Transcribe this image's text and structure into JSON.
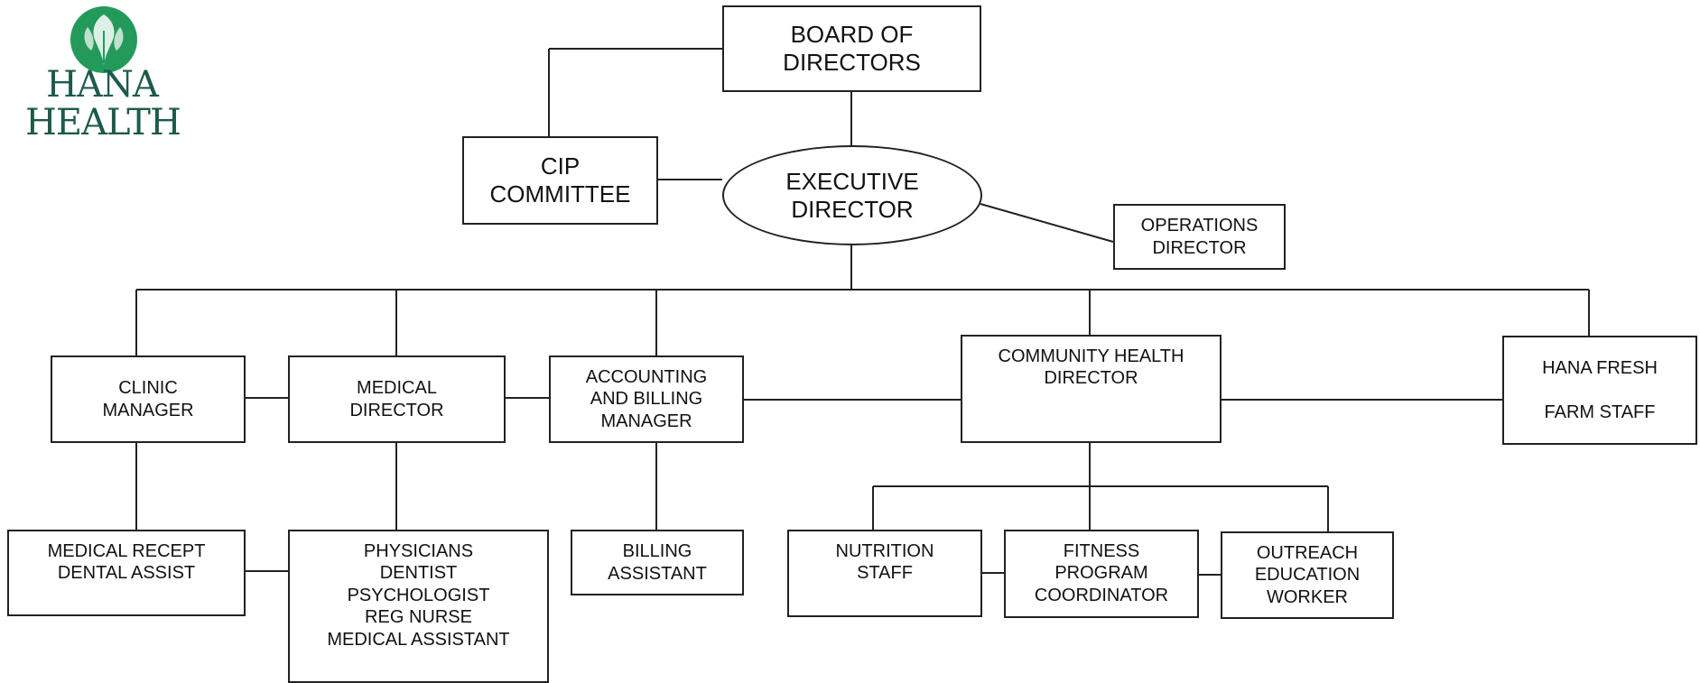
{
  "logo": {
    "line1": "HANA",
    "line2": "HEALTH",
    "color": "#1e5a4c",
    "emblem_color": "#239a5a"
  },
  "nodes": {
    "board": [
      "BOARD OF",
      "DIRECTORS"
    ],
    "cip": [
      "CIP",
      "COMMITTEE"
    ],
    "executive": [
      "EXECUTIVE",
      "DIRECTOR"
    ],
    "operations": [
      "OPERATIONS",
      "DIRECTOR"
    ],
    "clinic": [
      "CLINIC",
      "MANAGER"
    ],
    "medical": [
      "MEDICAL",
      "DIRECTOR"
    ],
    "accounting": [
      "ACCOUNTING",
      "AND BILLING",
      "MANAGER"
    ],
    "community": [
      "COMMUNITY HEALTH",
      "DIRECTOR"
    ],
    "hanafresh": [
      "HANA FRESH",
      "FARM STAFF"
    ],
    "reception": [
      "MEDICAL RECEPT",
      "DENTAL ASSIST"
    ],
    "physicians": [
      "PHYSICIANS",
      "DENTIST",
      "PSYCHOLOGIST",
      "REG NURSE",
      "MEDICAL ASSISTANT"
    ],
    "billing": [
      "BILLING",
      "ASSISTANT"
    ],
    "nutrition": [
      "NUTRITION",
      "STAFF"
    ],
    "fitness": [
      "FITNESS",
      "PROGRAM",
      "COORDINATOR"
    ],
    "outreach": [
      "OUTREACH",
      "EDUCATION",
      "WORKER"
    ]
  },
  "colors": {
    "line": "#222222",
    "box_border": "#222222",
    "text": "#111111"
  }
}
